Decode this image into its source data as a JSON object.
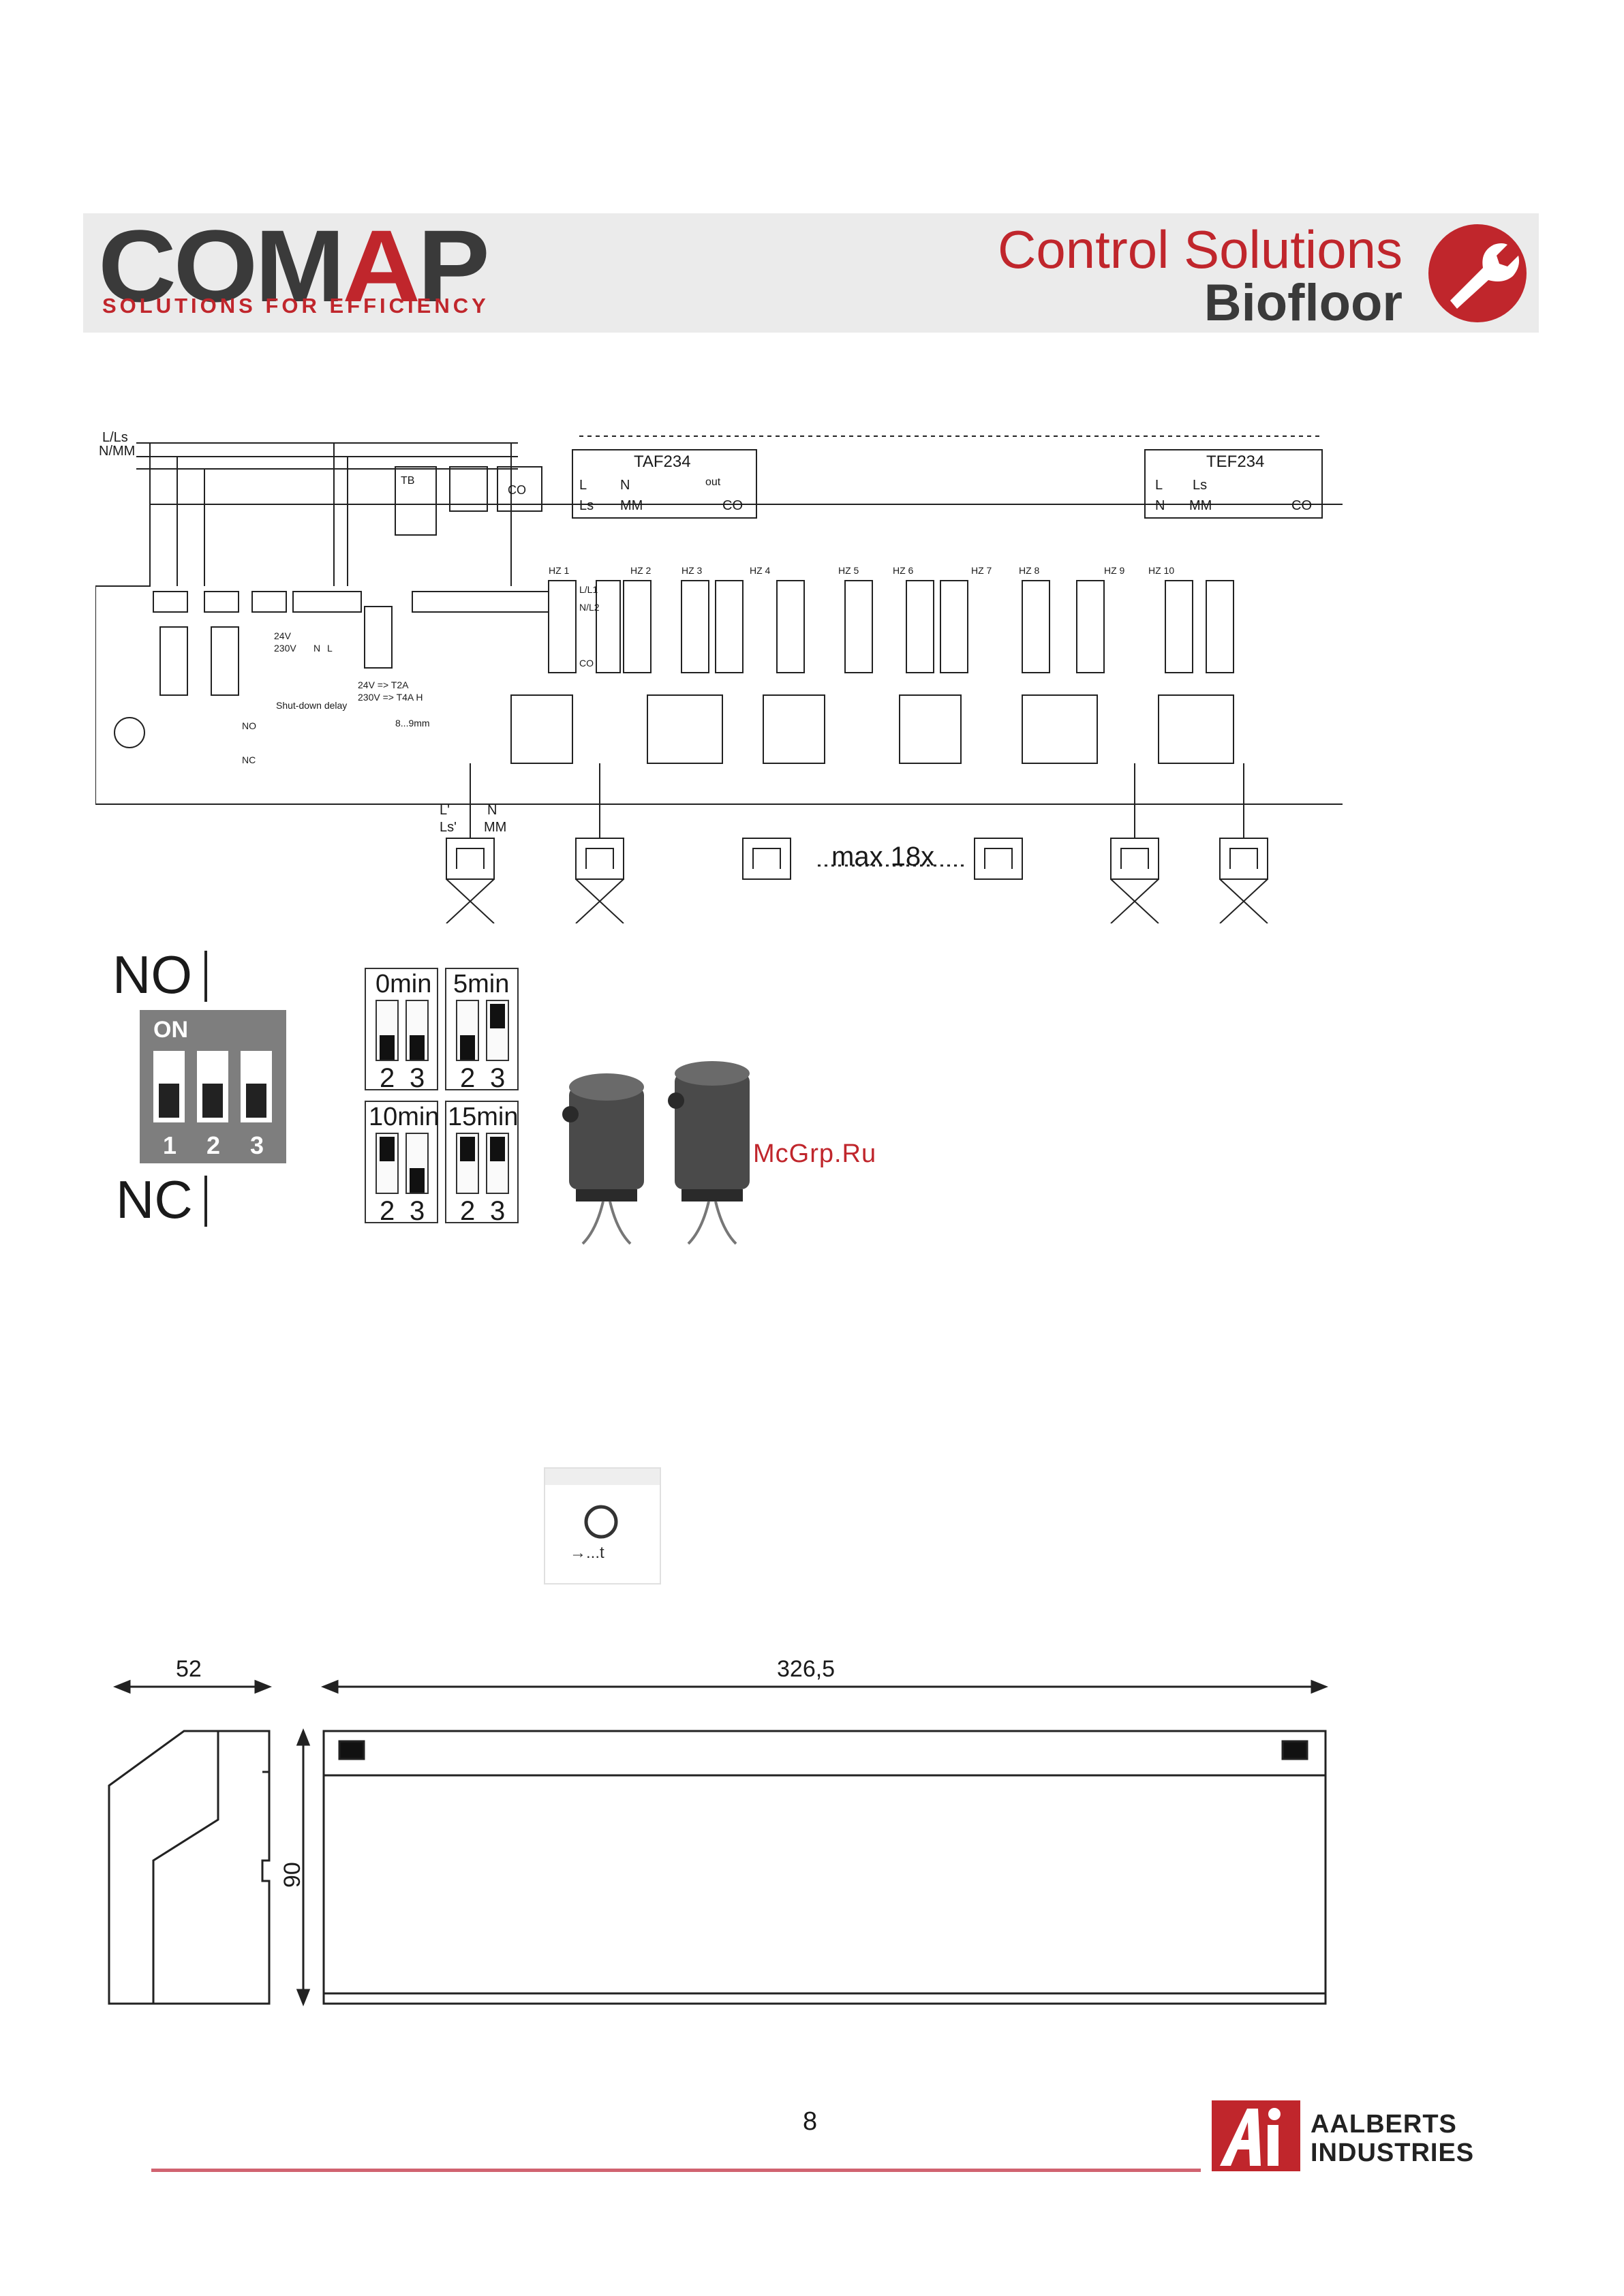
{
  "header": {
    "brand_prefix": "COM",
    "brand_accent": "A",
    "brand_suffix": "P",
    "tagline": "SOLUTIONS FOR EFFICIENCY",
    "product_line": "Control Solutions",
    "product_name": "Biofloor",
    "colors": {
      "accent": "#c0262c",
      "dark": "#3a3a3a",
      "banner": "#ebebeb"
    }
  },
  "wiring_diagram": {
    "mains_labels": [
      "L/Ls",
      "N/MM"
    ],
    "thermostat_left": {
      "model": "TAF234",
      "terminals": [
        "L",
        "Ls",
        "N",
        "MM",
        "out",
        "CO"
      ]
    },
    "thermostat_right": {
      "model": "TEF234",
      "terminals": [
        "L",
        "N",
        "Ls",
        "MM",
        "CO"
      ]
    },
    "module_labels": [
      "TB",
      "CO"
    ],
    "zones": [
      "HZ 1",
      "HZ 2",
      "HZ 3",
      "HZ 4",
      "HZ 5",
      "HZ 6",
      "HZ 7",
      "HZ 8",
      "HZ 9",
      "HZ 10"
    ],
    "zone_terminals": [
      "L/L1",
      "N/L2",
      "CO"
    ],
    "power_labels": [
      "24V",
      "230V",
      "N",
      "L"
    ],
    "fuse_labels": [
      "24V => T2A",
      "230V => T4A H"
    ],
    "shutdown_label": "Shut-down delay",
    "strip_label": "8...9mm",
    "switch_labels": [
      "NO",
      "NC"
    ],
    "actuator_terminals": [
      "L'",
      "Ls'",
      "N",
      "MM"
    ],
    "max_label": "max 18x"
  },
  "dip_switch": {
    "label_top": "NO",
    "label_bottom": "NC",
    "on_label": "ON",
    "numbers": [
      "1",
      "2",
      "3"
    ]
  },
  "timing": [
    {
      "label": "0min",
      "nums": [
        "2",
        "3"
      ]
    },
    {
      "label": "5min",
      "nums": [
        "2",
        "3"
      ]
    },
    {
      "label": "10min",
      "nums": [
        "2",
        "3"
      ]
    },
    {
      "label": "15min",
      "nums": [
        "2",
        "3"
      ]
    }
  ],
  "watermark": "McGrp.Ru",
  "delay_button": {
    "label": "→...t"
  },
  "dimensions": {
    "depth": "52",
    "width": "326,5",
    "height": "90"
  },
  "footer": {
    "page_number": "8",
    "company_line1": "AALBERTS",
    "company_line2": "INDUSTRIES",
    "logo_letters": "Ai"
  }
}
